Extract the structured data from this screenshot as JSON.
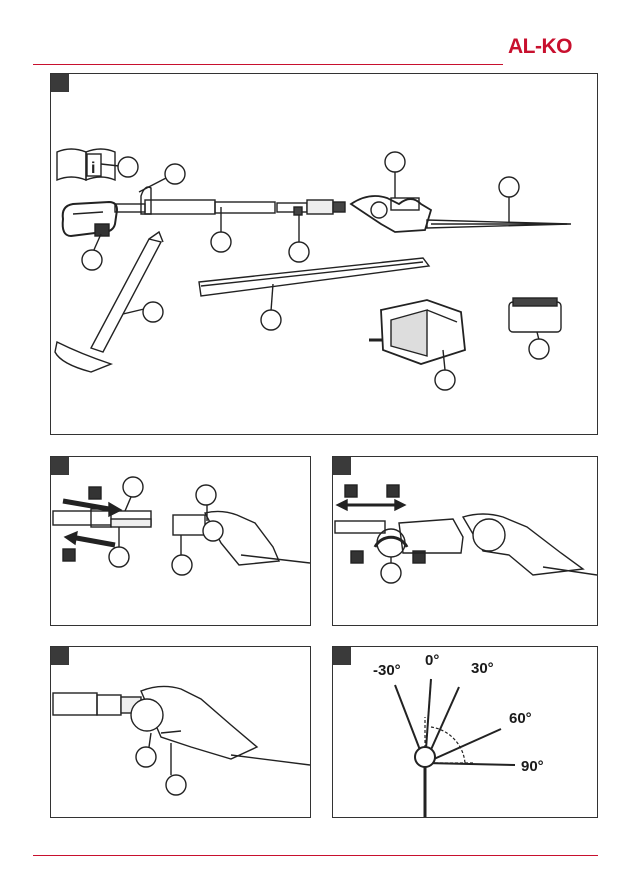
{
  "brand": {
    "logo_text": "AL-KO",
    "accent_color": "#c8102e"
  },
  "figures": {
    "overview": {
      "icons": [
        "manual-info-icon"
      ]
    },
    "angle": {
      "labels": [
        "-30°",
        "0°",
        "30°",
        "60°",
        "90°"
      ]
    }
  }
}
